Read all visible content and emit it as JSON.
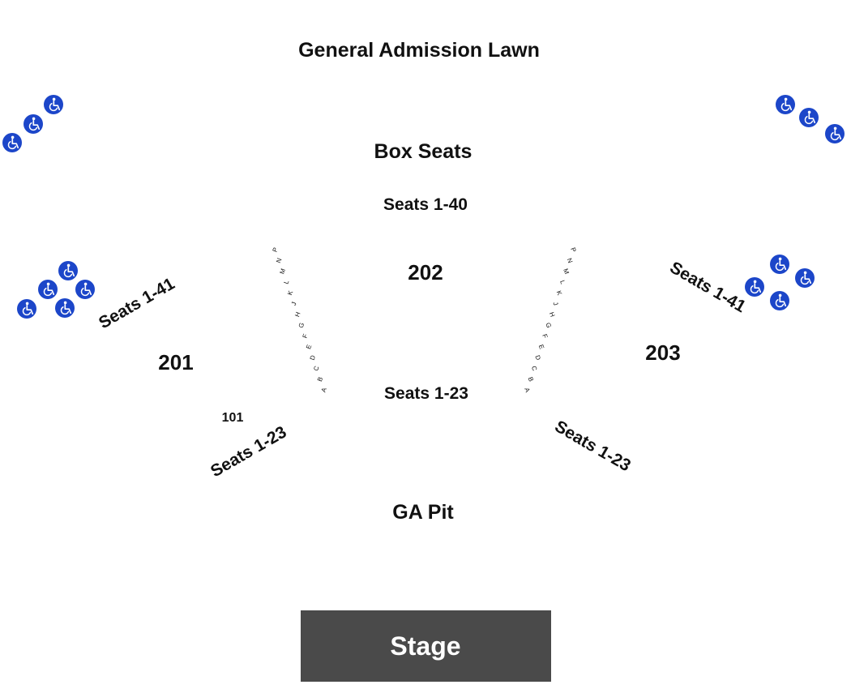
{
  "venue_map": {
    "lawn_label": "General Admission Lawn",
    "box_label": "Box Seats",
    "box_range": "Seats 1-40",
    "sections": {
      "s201": {
        "name": "201",
        "range": "Seats 1-41"
      },
      "s202": {
        "name": "202",
        "range": "Seats 1-23"
      },
      "s203": {
        "name": "203",
        "range": "Seats 1-41"
      },
      "s101": {
        "name": "101",
        "range": "Seats 1-23"
      },
      "right_front": {
        "range": "Seats 1-23"
      }
    },
    "rows": [
      "P",
      "N",
      "M",
      "L",
      "K",
      "J",
      "H",
      "G",
      "F",
      "E",
      "D",
      "C",
      "B",
      "A"
    ],
    "pit_label": "GA Pit",
    "stage_label": "Stage"
  },
  "icons": {
    "accessible": "wheelchair-icon"
  },
  "colors": {
    "accessible_blue": "#1c46c9",
    "stage_fill": "#4a4a4a"
  }
}
